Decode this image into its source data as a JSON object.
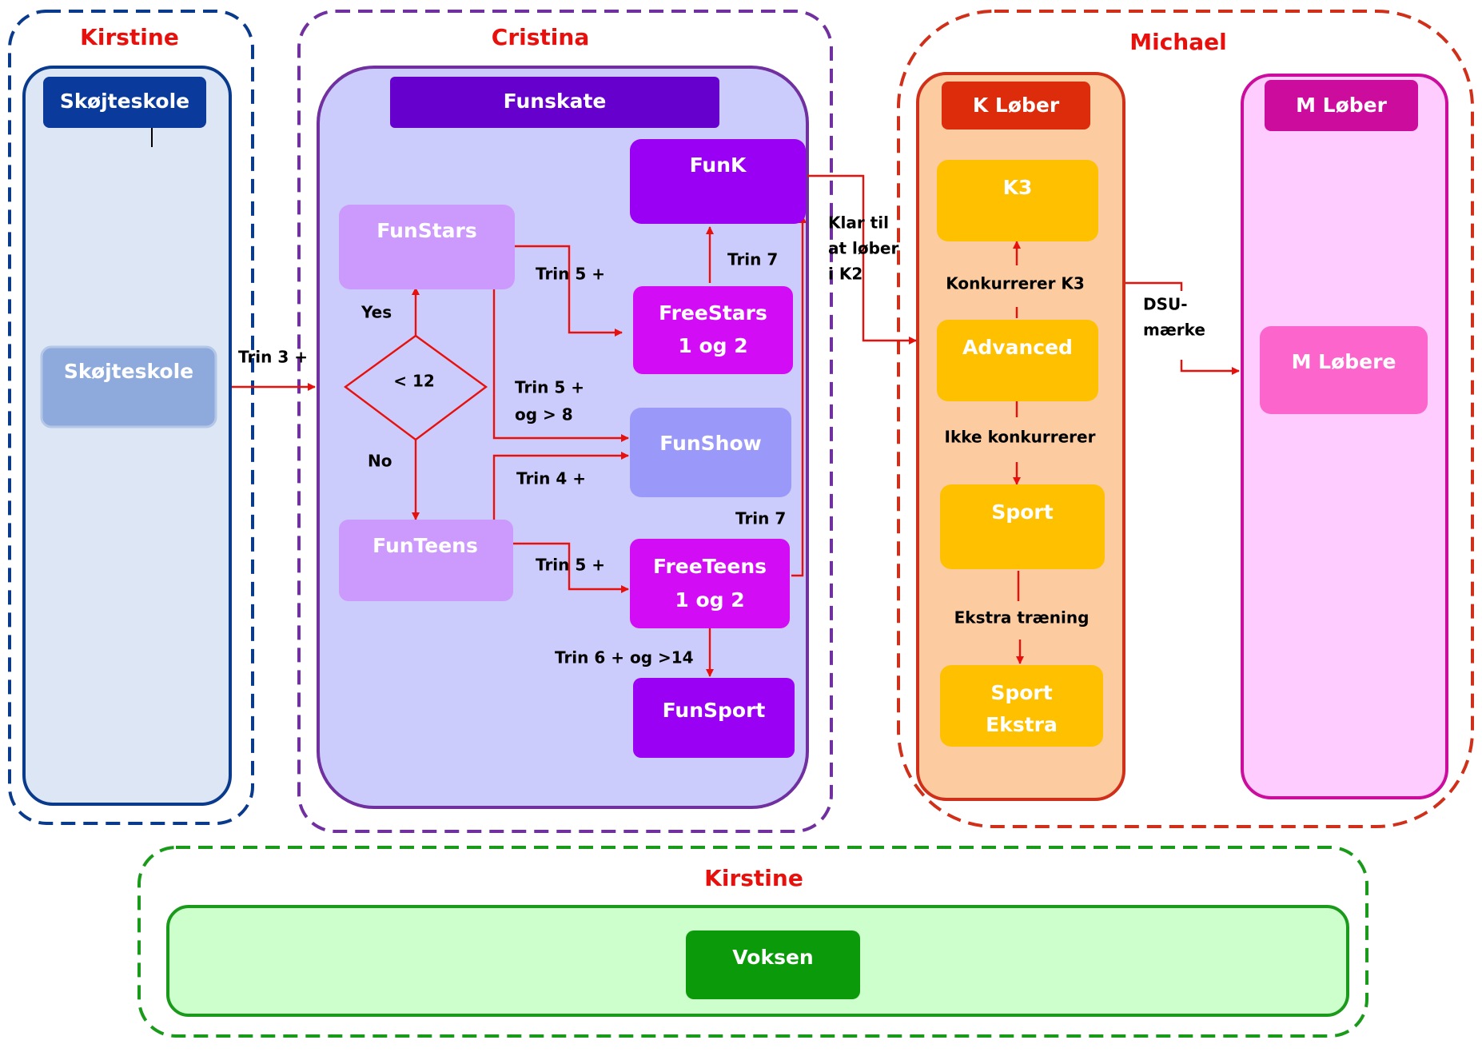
{
  "groups": {
    "kirstine_top": {
      "title": "Kirstine",
      "color": "#0a3a8c"
    },
    "cristina": {
      "title": "Cristina",
      "color": "#7030a0"
    },
    "michael": {
      "title": "Michael",
      "color": "#d0301a"
    },
    "kirstine_bottom": {
      "title": "Kirstine",
      "color": "#1a9a1a"
    }
  },
  "columns": {
    "skojteskole_header": "Skøjteskole",
    "funskate_header": "Funskate",
    "k_lober_header": "K Løber",
    "m_lober_header": "M Løber"
  },
  "nodes": {
    "skojteskole": "Skøjteskole",
    "funstars": "FunStars",
    "funk": "FunK",
    "freestars": [
      "FreeStars",
      "1 og 2"
    ],
    "decision": "< 12",
    "funshow": "FunShow",
    "funteens": "FunTeens",
    "freeteens": [
      "FreeTeens",
      "1 og 2"
    ],
    "funsport": "FunSport",
    "k3": "K3",
    "advanced": "Advanced",
    "sport": "Sport",
    "sport_ekstra": [
      "Sport",
      "Ekstra"
    ],
    "m_lobere": "M Løbere",
    "voksen": "Voksen"
  },
  "labels": {
    "trin3": "Trin 3 +",
    "yes": "Yes",
    "no": "No",
    "trin5_freestars": "Trin 5 +",
    "trin7_top": "Trin 7",
    "trin5_funshow": [
      "Trin 5 +",
      "og > 8"
    ],
    "trin4": "Trin 4 +",
    "trin7_bottom": "Trin 7",
    "trin5_freeteens": "Trin 5 +",
    "trin6": "Trin 6 + og >14",
    "klar": [
      "Klar til",
      "at løber",
      "i K2"
    ],
    "konkurrerer": "Konkurrerer K3",
    "ikke_konkurrerer": "Ikke konkurrerer",
    "ekstra_traening": "Ekstra træning",
    "dsu": [
      "DSU-",
      "mærke"
    ]
  },
  "colors": {
    "arrow": "#e8100c",
    "skojteskole_panel": "#dce6f5",
    "funskate_panel": "#ccccfc",
    "k_lober_panel": "#fccba0",
    "m_lober_panel": "#ffccff",
    "voksen_panel": "#ccffcc",
    "funstars": "#cc99fc",
    "funk": "#9a00f4",
    "freestars": "#d20cf4",
    "funshow": "#9a99fa",
    "funteens": "#cc99fc",
    "freeteens": "#d20cf4",
    "funsport": "#9a00f4",
    "k_lober_nodes": "#ffc000",
    "m_lobere": "#fc66cc",
    "voksen": "#0a9a0a"
  }
}
